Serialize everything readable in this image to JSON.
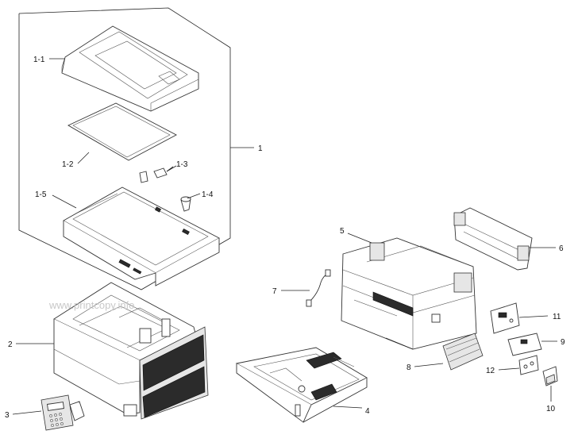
{
  "watermark": "www.printcopy.info",
  "callouts": {
    "c1": "1",
    "c1_1": "1-1",
    "c1_2": "1-2",
    "c1_3": "1-3",
    "c1_4": "1-4",
    "c1_5": "1-5",
    "c2": "2",
    "c3": "3",
    "c4": "4",
    "c5": "5",
    "c6": "6",
    "c7": "7",
    "c8": "8",
    "c9": "9",
    "c10": "10",
    "c11": "11",
    "c12": "12"
  }
}
